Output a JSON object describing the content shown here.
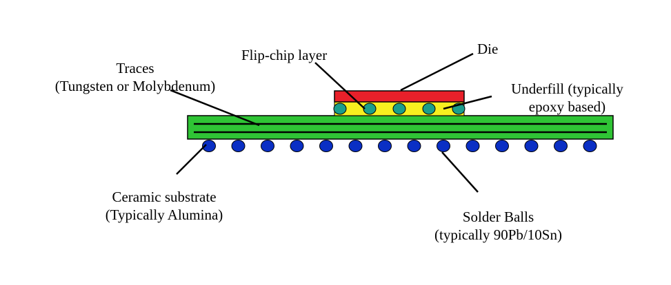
{
  "labels": {
    "traces": [
      "Traces",
      "(Tungsten or Molybdenum)"
    ],
    "flip_chip": [
      "Flip-chip layer"
    ],
    "die": [
      "Die"
    ],
    "underfill": [
      "Underfill (typically",
      "epoxy based)"
    ],
    "ceramic": [
      "Ceramic substrate",
      "(Typically Alumina)"
    ],
    "solder": [
      "Solder Balls",
      "(typically 90Pb/10Sn)"
    ]
  },
  "colors": {
    "die": "#e8202a",
    "underfill": "#f7ef1f",
    "substrate": "#2fc435",
    "bumps": "#1a9e8c",
    "solder_balls": "#0a2fc4",
    "lines": "#000000"
  },
  "counts": {
    "bumps": 5,
    "solder_balls": 14
  }
}
